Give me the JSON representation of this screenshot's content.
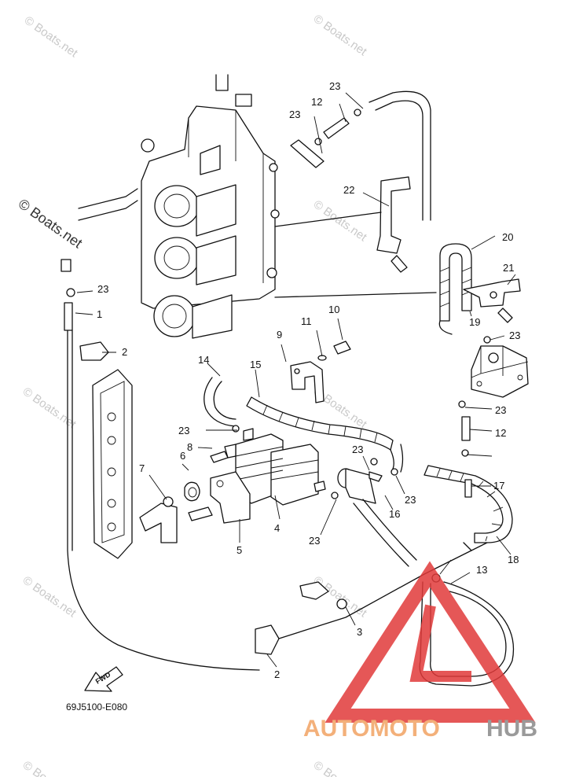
{
  "watermark": {
    "corner_text": "© Boats.net",
    "main_text": "© Boats.net"
  },
  "drawing_code": "69J5100-E080",
  "fwd_label": "FWD",
  "brand": {
    "part1": "AUTOMOTO",
    "part2": "HUB",
    "color_light": "#f3b07a",
    "color_dark": "#9a9a9a",
    "triangle_color": "#e0393a"
  },
  "callouts": [
    "1",
    "2",
    "2",
    "3",
    "4",
    "5",
    "6",
    "7",
    "8",
    "9",
    "10",
    "11",
    "12",
    "12",
    "13",
    "14",
    "15",
    "16",
    "17",
    "18",
    "19",
    "20",
    "21",
    "22",
    "23",
    "23",
    "23",
    "23",
    "23",
    "23",
    "23",
    "23",
    "23"
  ]
}
